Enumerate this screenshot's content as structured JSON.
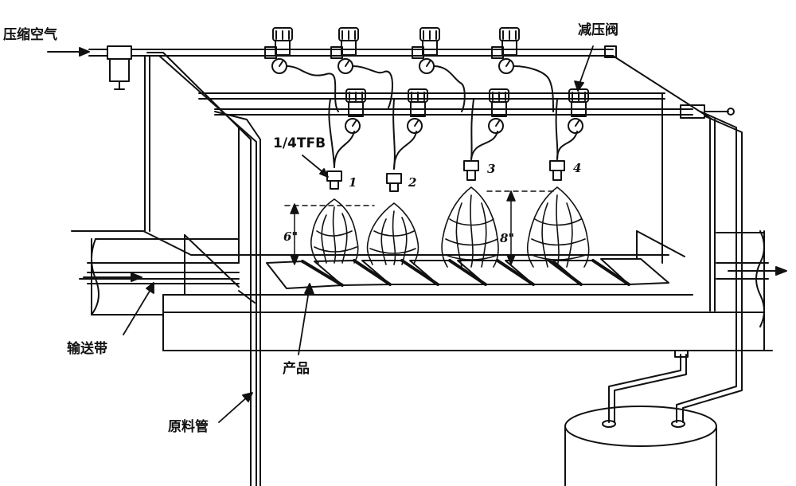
{
  "labels": {
    "compressed_air": "压缩空气",
    "pressure_reducing_valve": "减压阀",
    "nozzle_model": "1/4TFB",
    "conveyor_belt": "输送带",
    "product": "产品",
    "feed_pipe": "原料管"
  },
  "dimensions": {
    "height_left": "6\"",
    "height_right": "8\""
  },
  "nozzle_numbers": [
    "1",
    "2",
    "3",
    "4"
  ],
  "colors": {
    "ink": "#111111",
    "paper": "#ffffff"
  }
}
